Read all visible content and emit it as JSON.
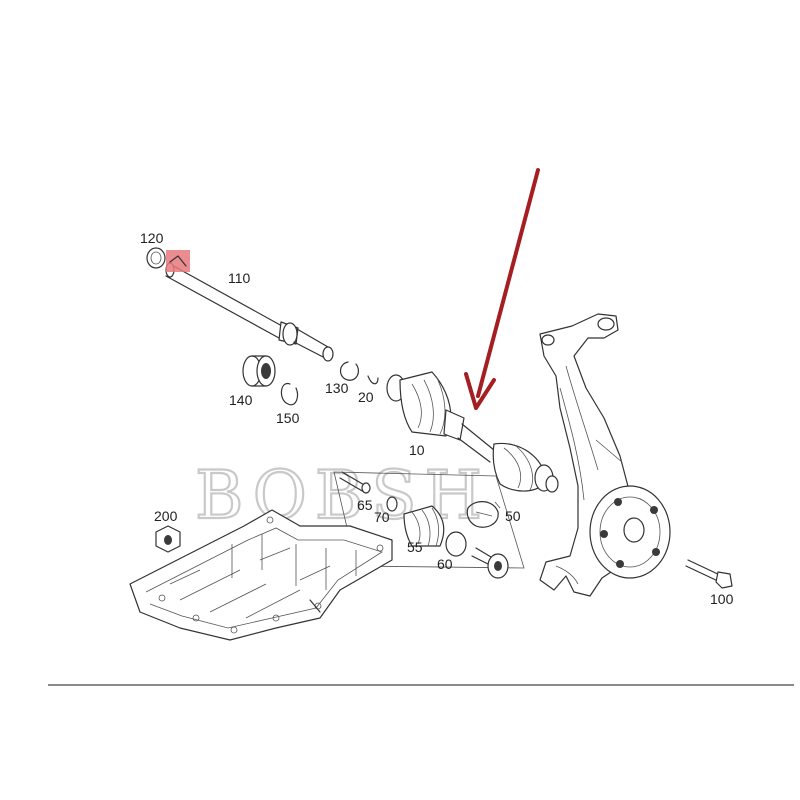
{
  "watermark": "BOBSH",
  "part_labels": {
    "p10": "10",
    "p20": "20",
    "p50": "50",
    "p55": "55",
    "p60": "60",
    "p65": "65",
    "p70": "70",
    "p100": "100",
    "p110": "110",
    "p120": "120",
    "p130": "130",
    "p140": "140",
    "p150": "150",
    "p200": "200"
  },
  "colors": {
    "arrow": "#a51e22",
    "highlight": "#e8787c",
    "line": "#333333",
    "watermark": "#c9c9c9"
  }
}
